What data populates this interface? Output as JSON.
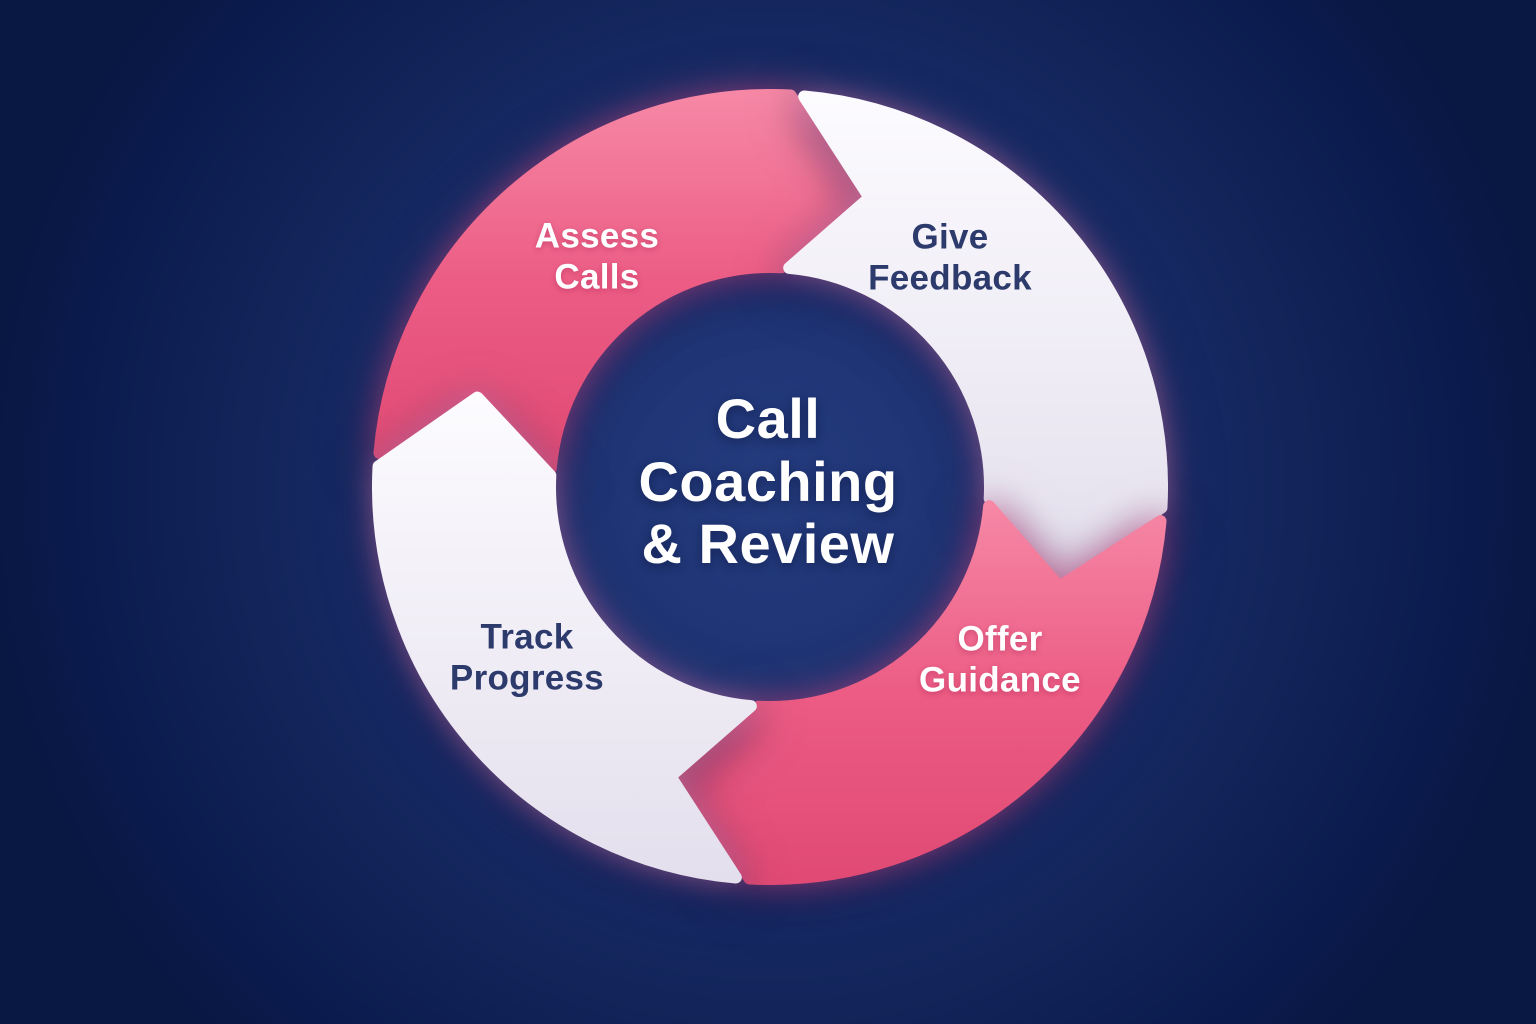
{
  "diagram": {
    "title": "Call\nCoaching\n& Review",
    "type": "cycle",
    "direction": "clockwise",
    "segments": [
      {
        "id": "assess-calls",
        "label": "Assess\nCalls",
        "order": 1,
        "style": "pink"
      },
      {
        "id": "give-feedback",
        "label": "Give\nFeedback",
        "order": 2,
        "style": "light"
      },
      {
        "id": "offer-guidance",
        "label": "Offer\nGuidance",
        "order": 3,
        "style": "pink"
      },
      {
        "id": "track-progress",
        "label": "Track\nProgress",
        "order": 4,
        "style": "light"
      }
    ],
    "colors": {
      "background_center": "#243b7d",
      "background_edge": "#091743",
      "pink_light": "#f687a5",
      "pink_main": "#ec5c84",
      "pink_deep": "#e04a74",
      "light_bright": "#fcfbfe",
      "light_main": "#efecf5",
      "light_shade": "#e3dfed",
      "title_text": "#ffffff",
      "label_on_pink": "#ffffff",
      "label_on_light": "#2d3a6c",
      "glow": "#ff7fae"
    }
  }
}
